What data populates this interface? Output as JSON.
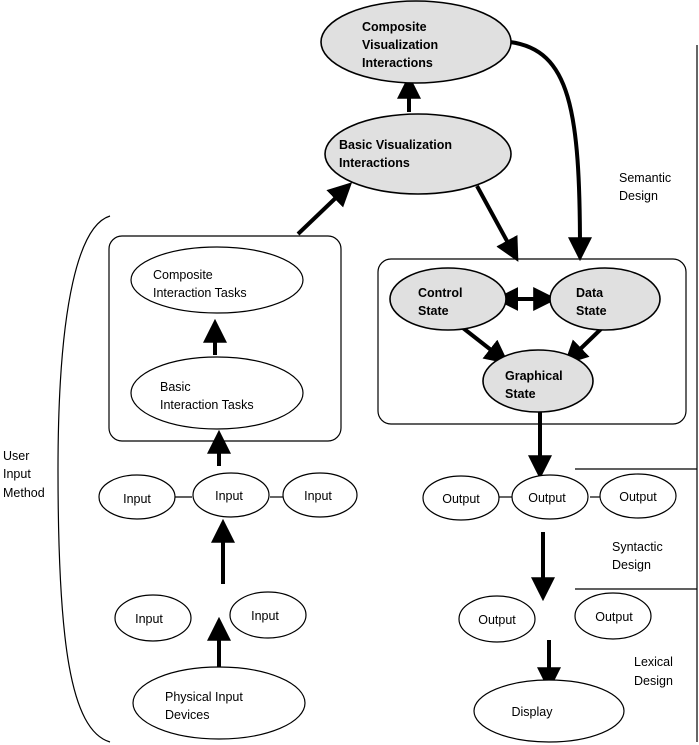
{
  "nodes": {
    "composite_vis": {
      "lines": [
        "Composite",
        "Visualization",
        "Interactions"
      ],
      "shaded": true
    },
    "basic_vis": {
      "lines": [
        "Basic Visualization",
        "Interactions"
      ],
      "shaded": true
    },
    "composite_tasks": {
      "lines": [
        "Composite",
        "Interaction Tasks"
      ],
      "shaded": false
    },
    "basic_tasks": {
      "lines": [
        "Basic",
        "Interaction Tasks"
      ],
      "shaded": false
    },
    "control_state": {
      "lines": [
        "Control",
        "State"
      ],
      "shaded": true
    },
    "data_state": {
      "lines": [
        "Data",
        "State"
      ],
      "shaded": true
    },
    "graphical_state": {
      "lines": [
        "Graphical",
        "State"
      ],
      "shaded": true
    },
    "input_row": [
      "Input",
      "Input",
      "Input"
    ],
    "input_lower": [
      "Input",
      "Input"
    ],
    "physical_input": {
      "lines": [
        "Physical Input",
        "Devices"
      ]
    },
    "output_row": [
      "Output",
      "Output",
      "Output"
    ],
    "output_lower": [
      "Output",
      "Output"
    ],
    "display": {
      "lines": [
        "Display"
      ]
    }
  },
  "labels": {
    "semantic": [
      "Semantic",
      "Design"
    ],
    "syntactic": [
      "Syntactic",
      "Design"
    ],
    "lexical": [
      "Lexical",
      "Design"
    ],
    "user_input": [
      "User",
      "Input",
      "Method"
    ]
  },
  "colors": {
    "shaded_fill": "#e0e0e0",
    "stroke": "#000000"
  }
}
